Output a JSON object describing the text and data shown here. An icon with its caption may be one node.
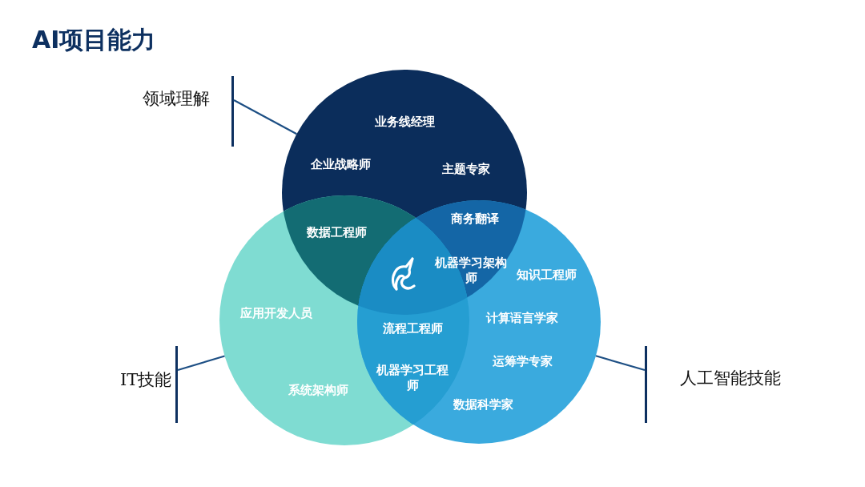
{
  "diagram": {
    "title": "AI项目能力",
    "nodes": [
      {
        "text": [
          "领域理解"
        ]
      },
      {
        "text": [],
        "shape": "circle"
      },
      {
        "text": [
          "IT技能"
        ]
      },
      {
        "text": [],
        "shape": "circle"
      },
      {
        "text": [],
        "shape": "circle"
      },
      {
        "text": [
          "人工智能技能"
        ]
      }
    ],
    "edges": [
      {
        "from": 0,
        "to": 1,
        "arrow": "none"
      },
      {
        "from": 2,
        "to": 3,
        "arrow": "none"
      },
      {
        "from": 5,
        "to": 4,
        "arrow": "none"
      }
    ],
    "labels": [
      "业务线经理",
      "企业战略师",
      "主题专家",
      "数据工程师",
      "商务翻译",
      "机器学习架构师",
      "知识工程师",
      "应用开发人员",
      "流程工程师",
      "计算语言学家",
      "运筹学专家",
      "机器学习工程师",
      "系统架构师",
      "数据科学家"
    ]
  }
}
